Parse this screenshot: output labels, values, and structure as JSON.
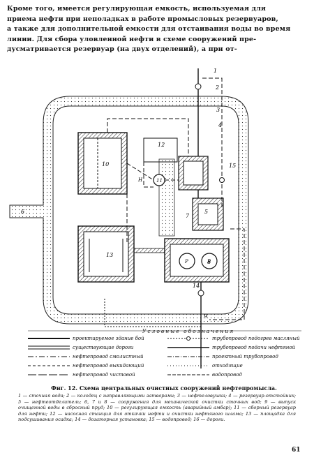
{
  "intro_lines": [
    "Кроме того, имеется регулирующая емкость, используемая для",
    "приема нефти при неполадках в работе промысловых резервуаров,",
    "а также для дополнительной емкости для отстаивания воды во время",
    "линии. Для сбора уловленной нефти в схеме сооружений пре-",
    "дусматривается резервуар (на двух отделений), а при от-"
  ],
  "figure_labels": {
    "l1": "1",
    "l2": "2",
    "l3": "3",
    "l4": "4",
    "l5": "5",
    "l7": "7",
    "l8": "8",
    "l9": "9",
    "l10": "10",
    "l11": "11",
    "l12": "12",
    "l13": "13",
    "l14": "14",
    "l15": "15",
    "lR": "Р",
    "lV": "В",
    "lH": "Н",
    "l6": "6"
  },
  "legend": {
    "title": "Условные обозначения",
    "left": [
      "проектируемое здание бой",
      "существующие дороги",
      "нефтепровод смолистный",
      "нефтепровод выкидающий",
      "нефтепровод чистовой"
    ],
    "right": [
      "трубопровод подогрев масляный",
      "трубопровод подачи нефтяной",
      "проектный трубопровод",
      "отходящие",
      "водопровод"
    ]
  },
  "caption": {
    "title": "Фиг. 12. Схема центральных очистных сооружений нефтепромысла.",
    "text": "1 — сточная вода; 2 — колодец с направляющими затворами; 3 — нефтеловушка; 4 — резервуар-отстойник; 5 — нефтеотделитель; 6, 7 и 8 — сооружения для механической очистки сточных вод; 9 — выпуск очищенной воды в сбросный пруд; 10 — регулирующая емкость (аварийный амбар); 11 — сборный резервуар для нефти; 12 — насосная станция для откачки нефти и очистки нефтяного шлама; 13 — площадка для подсушивания осадка; 14 — дозаторная установка; 15 — водопровод; 16 — дороги."
  },
  "page_number": "61"
}
